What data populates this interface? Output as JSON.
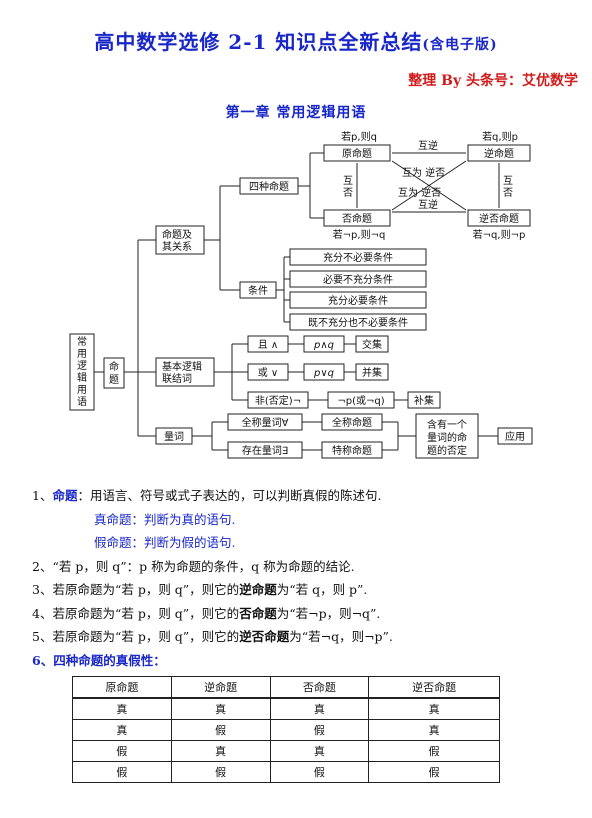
{
  "header": {
    "title_main": "高中数学选修 2-1 知识点全新总结",
    "title_suffix": "(含电子版)",
    "author": "整理 By 头条号：艾优数学",
    "chapter": "第一章  常用逻辑用语"
  },
  "diagram": {
    "root": [
      "常",
      "用",
      "逻",
      "辑",
      "用",
      "语"
    ],
    "mingti": [
      "命",
      "题"
    ],
    "relation": [
      "命题及",
      "其关系"
    ],
    "logic": [
      "基本逻辑",
      "联结词"
    ],
    "quantifier": "量词",
    "four": "四种命题",
    "orig": "原命题",
    "orig_cond": "若p,则q",
    "inv": "逆命题",
    "inv_cond": "若q,则p",
    "neg": "否命题",
    "neg_cond": "若¬p,则¬q",
    "contra": "逆否命题",
    "contra_cond": "若¬q,则¬p",
    "hu_ni": "互逆",
    "hu_fou": "互否",
    "hu_wei_ni_fou": "互为 逆否",
    "condition": "条件",
    "conditions": [
      "充分不必要条件",
      "必要不充分条件",
      "充分必要条件",
      "既不充分也不必要条件"
    ],
    "and": "且 ∧",
    "and_expr": "p∧q",
    "and_set": "交集",
    "or": "或 ∨",
    "or_expr": "p∨q",
    "or_set": "并集",
    "not": "非(否定)¬",
    "not_expr": "¬p(或¬q)",
    "not_set": "补集",
    "universal": "全称量词∀",
    "universal_prop": "全称命题",
    "existential": "存在量词∃",
    "existential_prop": "特称命题",
    "negation_box": [
      "含有一个",
      "量词的命",
      "题的否定"
    ],
    "application": "应用"
  },
  "notes": {
    "n1_num": "1、",
    "n1_term": "命题",
    "n1_text": "：用语言、符号或式子表达的，可以判断真假的陈述句.",
    "n1a": "真命题：判断为真的语句.",
    "n1b": "假命题：判断为假的语句.",
    "n2": "2、“若 p，则 q”：p 称为命题的条件，q 称为命题的结论.",
    "n3_a": "3、若原命题为“若 p，则 q”，则它的",
    "n3_term": "逆命题",
    "n3_b": "为“若 q，则 p”.",
    "n4_a": "4、若原命题为“若 p，则 q”，则它的",
    "n4_term": "否命题",
    "n4_b": "为“若¬p，则¬q”.",
    "n5_a": "5、若原命题为“若 p，则 q”，则它的",
    "n5_term": "逆否命题",
    "n5_b": "为“若¬q，则¬p”.",
    "n6": "6、四种命题的真假性："
  },
  "truth_table": {
    "headers": [
      "原命题",
      "逆命题",
      "否命题",
      "逆否命题"
    ],
    "rows": [
      [
        "真",
        "真",
        "真",
        "真"
      ],
      [
        "真",
        "假",
        "假",
        "真"
      ],
      [
        "假",
        "真",
        "真",
        "假"
      ],
      [
        "假",
        "假",
        "假",
        "假"
      ]
    ]
  }
}
